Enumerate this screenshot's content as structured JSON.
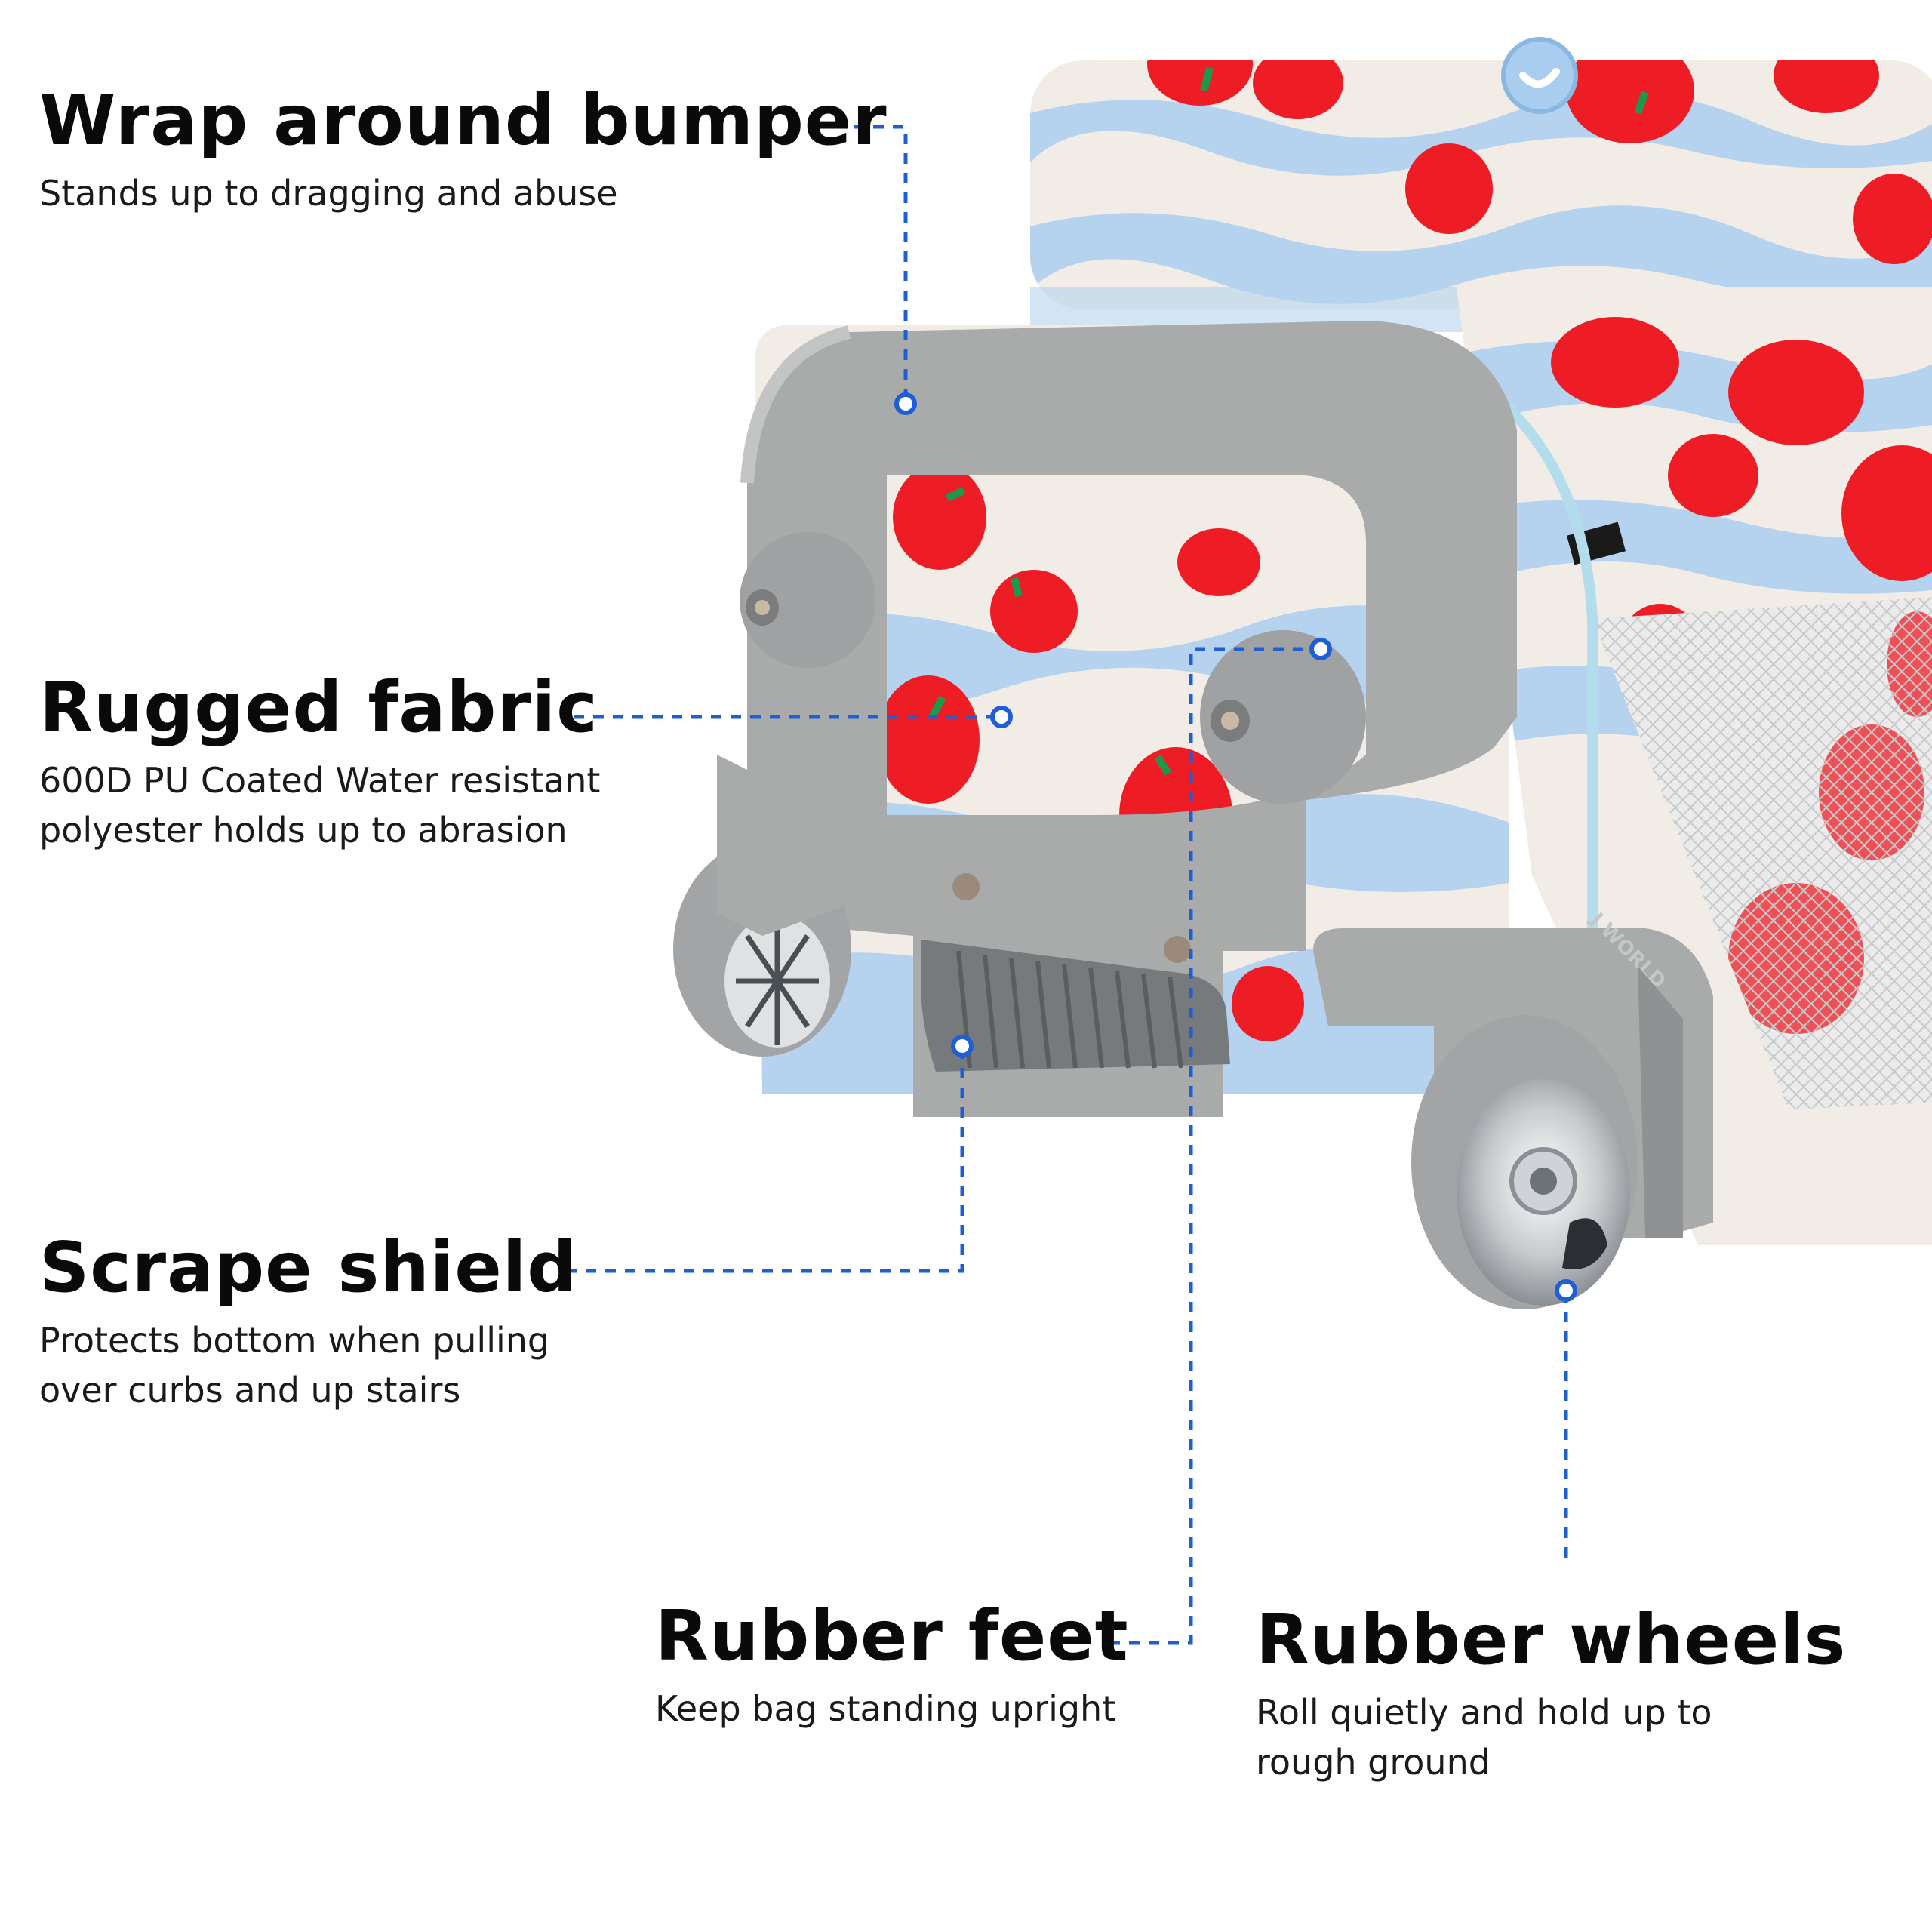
{
  "features": {
    "bumper": {
      "title": "Wrap around bumper",
      "desc": "Stands up to dragging and abuse"
    },
    "fabric": {
      "title": "Rugged fabric",
      "desc": "600D PU Coated Water resistant\npolyester holds up to abrasion"
    },
    "shield": {
      "title": "Scrape shield",
      "desc": "Protects bottom when pulling\nover curbs and up stairs"
    },
    "feet": {
      "title": "Rubber feet",
      "desc": "Keep bag standing upright"
    },
    "wheels": {
      "title": "Rubber wheels",
      "desc": "Roll quietly and hold up to\nrough ground"
    }
  },
  "brand": {
    "name": "J WORLD"
  },
  "colors": {
    "leader": "#1f5fd6",
    "bumper": "#a9abab",
    "fabric_cream": "#f1ede6",
    "fabric_blue": "#b5d3ef",
    "apple": "#ee1c25",
    "leaf": "#1c9a4b"
  }
}
